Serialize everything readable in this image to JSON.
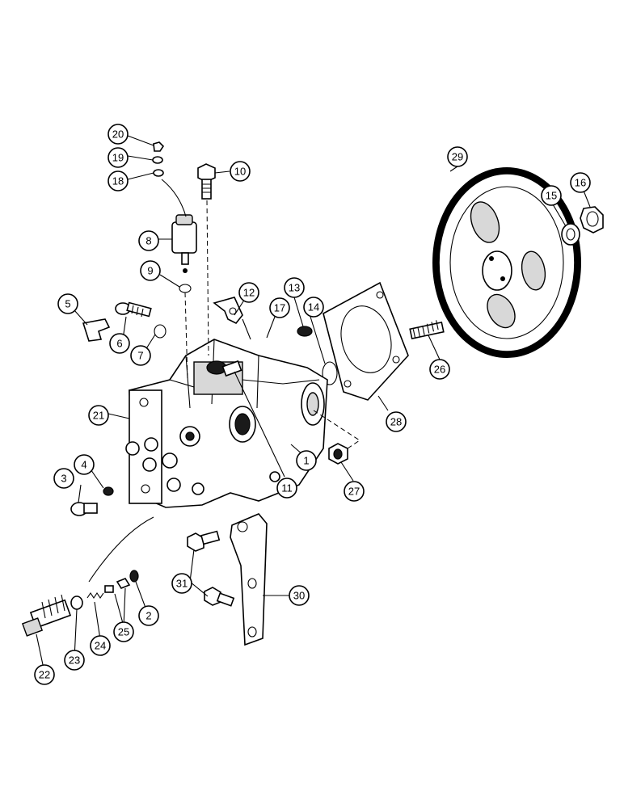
{
  "callouts": [
    {
      "id": "c20",
      "label": "20"
    },
    {
      "id": "c19",
      "label": "19"
    },
    {
      "id": "c18",
      "label": "18"
    },
    {
      "id": "c10",
      "label": "10"
    },
    {
      "id": "c8",
      "label": "8"
    },
    {
      "id": "c9",
      "label": "9"
    },
    {
      "id": "c5",
      "label": "5"
    },
    {
      "id": "c6",
      "label": "6"
    },
    {
      "id": "c7",
      "label": "7"
    },
    {
      "id": "c12",
      "label": "12"
    },
    {
      "id": "c13",
      "label": "13"
    },
    {
      "id": "c17",
      "label": "17"
    },
    {
      "id": "c14",
      "label": "14"
    },
    {
      "id": "c29",
      "label": "29"
    },
    {
      "id": "c15",
      "label": "15"
    },
    {
      "id": "c16",
      "label": "16"
    },
    {
      "id": "c26",
      "label": "26"
    },
    {
      "id": "c21",
      "label": "21"
    },
    {
      "id": "c28",
      "label": "28"
    },
    {
      "id": "c1",
      "label": "1"
    },
    {
      "id": "c3",
      "label": "3"
    },
    {
      "id": "c4",
      "label": "4"
    },
    {
      "id": "c11",
      "label": "11"
    },
    {
      "id": "c27",
      "label": "27"
    },
    {
      "id": "c31",
      "label": "31"
    },
    {
      "id": "c30",
      "label": "30"
    },
    {
      "id": "c2",
      "label": "2"
    },
    {
      "id": "c25",
      "label": "25"
    },
    {
      "id": "c24",
      "label": "24"
    },
    {
      "id": "c23",
      "label": "23"
    },
    {
      "id": "c22",
      "label": "22"
    }
  ]
}
